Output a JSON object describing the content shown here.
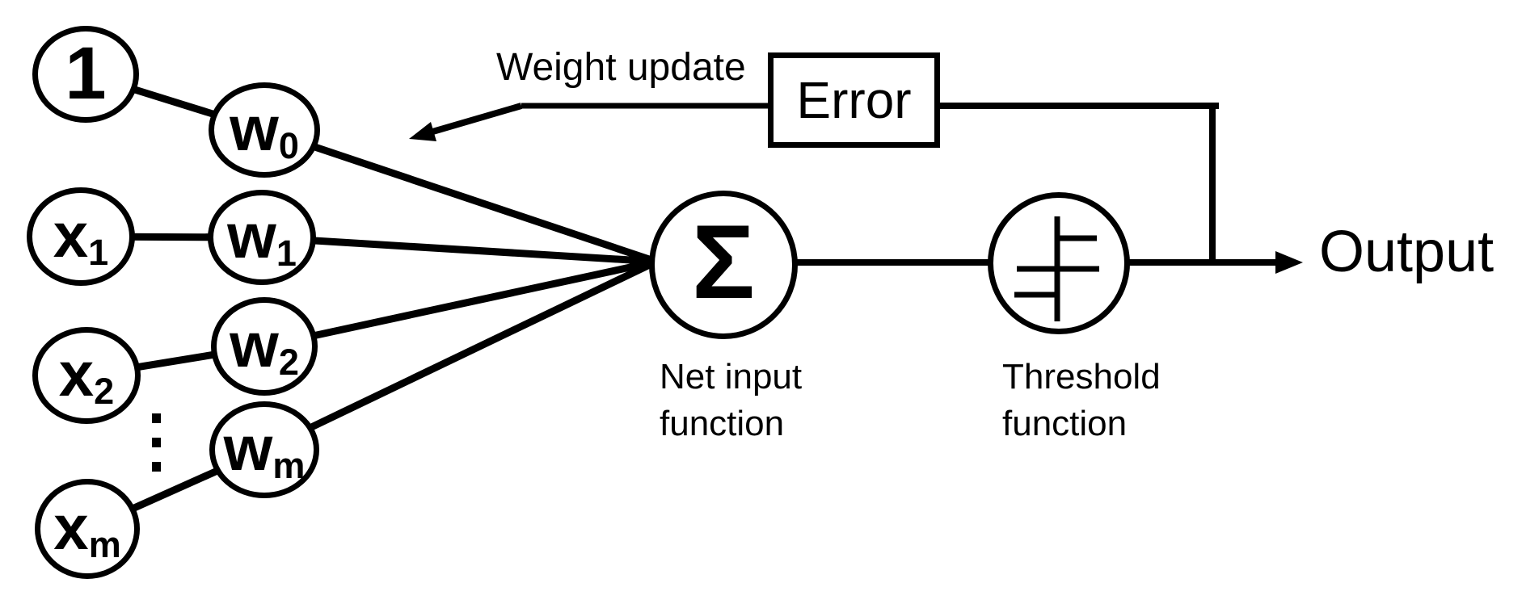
{
  "labels": {
    "weight_update": "Weight update",
    "error": "Error",
    "net_input": {
      "line1": "Net input",
      "line2": "function"
    },
    "threshold": {
      "line1": "Threshold",
      "line2": "function"
    },
    "output": "Output"
  },
  "nodes": {
    "bias": {
      "label": "1",
      "sub": ""
    },
    "x1": {
      "label": "x",
      "sub": "1"
    },
    "x2": {
      "label": "x",
      "sub": "2"
    },
    "xm": {
      "label": "x",
      "sub": "m"
    },
    "w0": {
      "label": "w",
      "sub": "0"
    },
    "w1": {
      "label": "w",
      "sub": "1"
    },
    "w2": {
      "label": "w",
      "sub": "2"
    },
    "wm": {
      "label": "w",
      "sub": "m"
    },
    "sum": {
      "label": "Σ"
    }
  },
  "icons": {
    "sum": "sigma-icon",
    "threshold": "step-function-icon",
    "ellipsis": "vertical-ellipsis",
    "feedback_arrow": "arrow-left-down-icon",
    "output_arrow": "arrow-right-icon"
  },
  "colors": {
    "ink": "#000000",
    "background": "#ffffff"
  }
}
